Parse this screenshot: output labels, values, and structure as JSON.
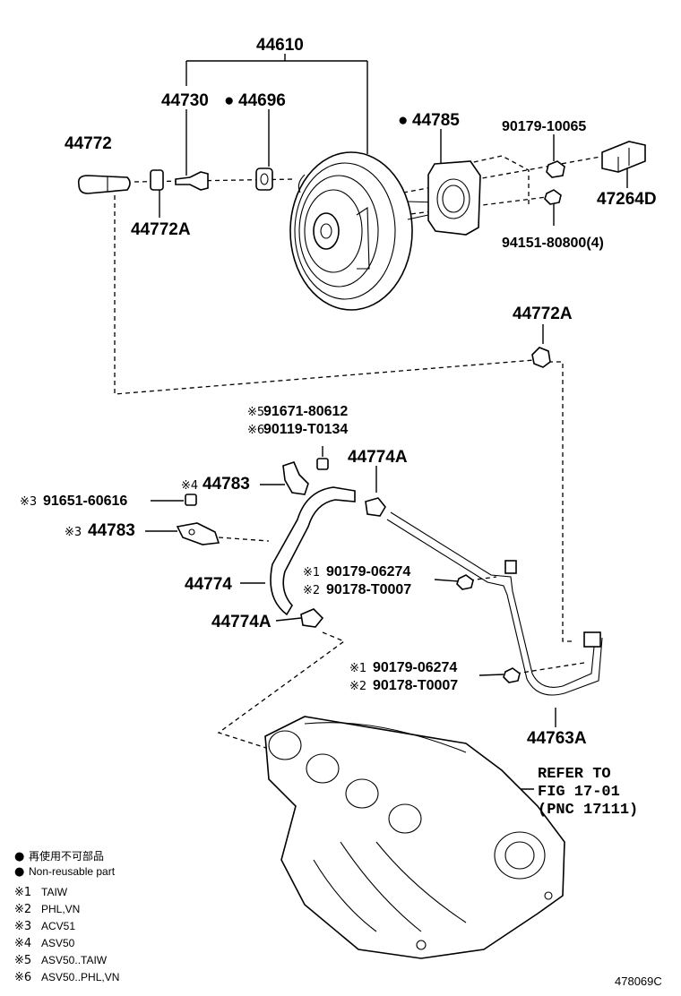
{
  "labels": {
    "booster_assy": "44610",
    "check_valve": "44730",
    "grommet": "44696",
    "gasket": "44785",
    "hose_short": "44772",
    "clamp_upper": "44772A",
    "clevis_nut": "90179-10065",
    "clevis": "47264D",
    "booster_nut": "94151-80800(4)",
    "clamp_right": "44772A",
    "bolt_a": "91671-80612",
    "bolt_b": "90119-T0134",
    "bracket_a": "44783",
    "bracket_b": "44783",
    "screw": "91651-60616",
    "clamp_mid": "44774A",
    "hose_lower": "44774",
    "clamp_low": "44774A",
    "nut_a1": "90179-06274",
    "nut_a2": "90178-T0007",
    "nut_b1": "90179-06274",
    "nut_b2": "90178-T0007",
    "tube": "44763A",
    "refer_line1": "REFER TO",
    "refer_line2": "FIG 17-01",
    "refer_line3": "(PNC 17111)"
  },
  "marks": {
    "m1": "※1",
    "m2": "※2",
    "m3": "※3",
    "m4": "※4",
    "m5": "※5",
    "m6": "※6",
    "dot": "●"
  },
  "legend": {
    "jp": "再使用不可部品",
    "en": "Non-reusable part",
    "n1": "TAIW",
    "n2": "PHL,VN",
    "n3": "ACV51",
    "n4": "ASV50",
    "n5": "ASV50..TAIW",
    "n6": "ASV50..PHL,VN"
  },
  "figure_code": "478069C"
}
